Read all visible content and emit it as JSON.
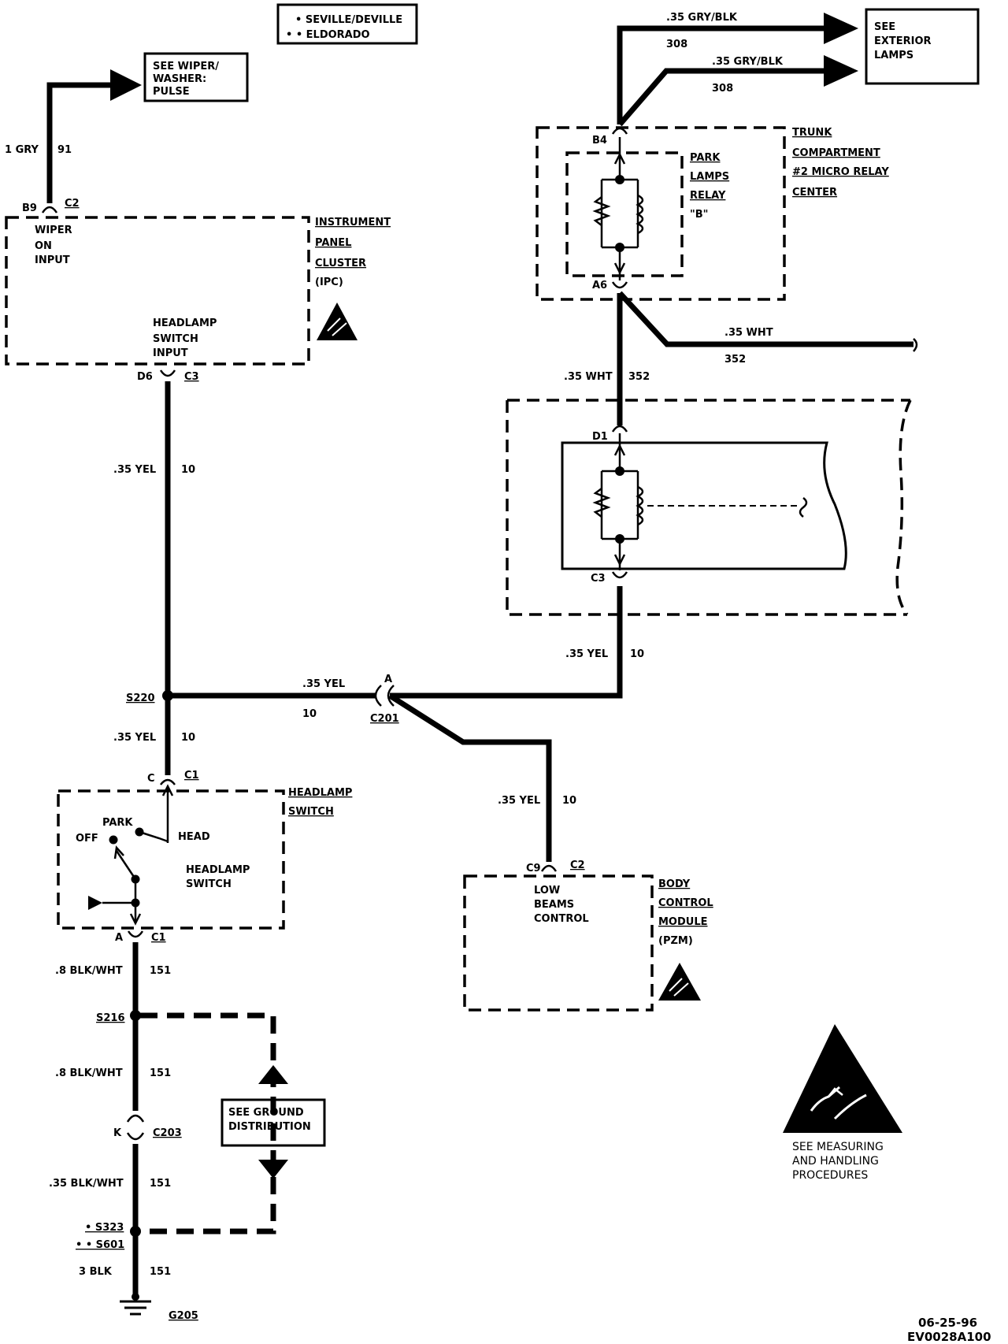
{
  "legend": {
    "line1": "• SEVILLE/DEVILLE",
    "line2": "• • ELDORADO"
  },
  "refs": {
    "wiper": [
      "SEE WIPER/",
      "WASHER:",
      "PULSE"
    ],
    "exterior": [
      "SEE",
      "EXTERIOR",
      "LAMPS"
    ],
    "ground": [
      "SEE GROUND",
      "DISTRIBUTION"
    ]
  },
  "components": {
    "ipc": {
      "name": [
        "INSTRUMENT",
        "PANEL",
        "CLUSTER",
        "(IPC)"
      ],
      "wiper_input": [
        "WIPER",
        "ON",
        "INPUT"
      ],
      "headlamp_input": [
        "HEADLAMP",
        "SWITCH",
        "INPUT"
      ]
    },
    "relay_center": {
      "name": [
        "TRUNK",
        "COMPARTMENT",
        "#2 MICRO RELAY",
        "CENTER"
      ],
      "relay": [
        "PARK",
        "LAMPS",
        "RELAY",
        "\"B\""
      ]
    },
    "headlamp_switch": {
      "name": [
        "HEADLAMP",
        "SWITCH"
      ],
      "inner": [
        "HEADLAMP",
        "SWITCH"
      ],
      "off": "OFF",
      "park": "PARK",
      "head": "HEAD"
    },
    "bcm": {
      "name": [
        "BODY",
        "CONTROL",
        "MODULE",
        "(PZM)"
      ],
      "inner": [
        "LOW",
        "BEAMS",
        "CONTROL"
      ]
    }
  },
  "pins": {
    "b9": "B9",
    "c2_ipc": "C2",
    "d6": "D6",
    "c3_ipc": "C3",
    "b4": "B4",
    "a6": "A6",
    "d1": "D1",
    "c3_mod": "C3",
    "c_sw": "C",
    "c1_top": "C1",
    "a_sw": "A",
    "c1_bot": "C1",
    "c9": "C9",
    "c2_bcm": "C2",
    "a_c201": "A",
    "c201": "C201",
    "k": "K",
    "c203": "C203"
  },
  "splices": {
    "s220": "S220",
    "s216": "S216",
    "s323": "• S323",
    "s601": "• • S601",
    "g205": "G205"
  },
  "wires": {
    "w91": {
      "gauge": "1 GRY",
      "circuit": "91"
    },
    "w308a": {
      "gauge": ".35 GRY/BLK",
      "circuit": "308"
    },
    "w308b": {
      "gauge": ".35 GRY/BLK",
      "circuit": "308"
    },
    "w352a": {
      "gauge": ".35 WHT",
      "circuit": "352"
    },
    "w352b": {
      "gauge": ".35 WHT",
      "circuit": "352"
    },
    "w10_ipc": {
      "gauge": ".35 YEL",
      "circuit": "10"
    },
    "w10_mod": {
      "gauge": ".35 YEL",
      "circuit": "10"
    },
    "w10_h": {
      "gauge": ".35 YEL",
      "circuit": "10"
    },
    "w10_sw": {
      "gauge": ".35 YEL",
      "circuit": "10"
    },
    "w10_bcm": {
      "gauge": ".35 YEL",
      "circuit": "10"
    },
    "w151a": {
      "gauge": ".8 BLK/WHT",
      "circuit": "151"
    },
    "w151b": {
      "gauge": ".8 BLK/WHT",
      "circuit": "151"
    },
    "w151c": {
      "gauge": ".35 BLK/WHT",
      "circuit": "151"
    },
    "w151d": {
      "gauge": "3 BLK",
      "circuit": "151"
    }
  },
  "esd_note": [
    "SEE MEASURING",
    "AND HANDLING",
    "PROCEDURES"
  ],
  "stamp": {
    "date": "06-25-96",
    "code": "EV0028A100"
  }
}
